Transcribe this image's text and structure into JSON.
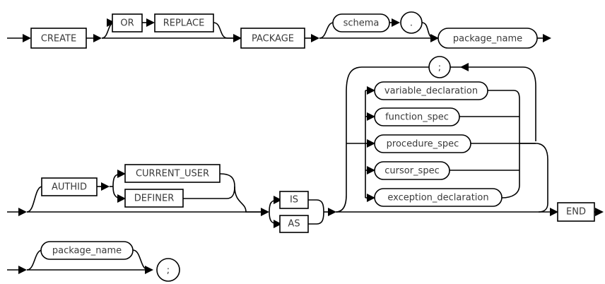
{
  "diagram": {
    "name": "create-package-syntax-diagram",
    "type": "railroad-syntax-diagram",
    "title": "CREATE PACKAGE",
    "colors": {
      "stroke": "#000000",
      "fill": "#ffffff",
      "text": "#3a3a3a"
    }
  },
  "nodes": {
    "create": "CREATE",
    "or": "OR",
    "replace": "REPLACE",
    "package": "PACKAGE",
    "schema": "schema",
    "dot": ".",
    "package_name": "package_name",
    "semicolon_loop": ";",
    "variable_declaration": "variable_declaration",
    "function_spec": "function_spec",
    "procedure_spec": "procedure_spec",
    "cursor_spec": "cursor_spec",
    "exception_declaration": "exception_declaration",
    "authid": "AUTHID",
    "current_user": "CURRENT_USER",
    "definer": "DEFINER",
    "is": "IS",
    "as": "AS",
    "end": "END",
    "package_name_end": "package_name",
    "terminator": ";"
  },
  "rows": {
    "row1": [
      "CREATE",
      "OR",
      "REPLACE",
      "PACKAGE",
      "schema",
      ".",
      "package_name"
    ],
    "declarations": [
      "variable_declaration",
      "function_spec",
      "procedure_spec",
      "cursor_spec",
      "exception_declaration"
    ],
    "row2": [
      "AUTHID",
      "CURRENT_USER",
      "DEFINER",
      "IS",
      "AS",
      "END"
    ],
    "row3": [
      "package_name",
      ";"
    ]
  }
}
